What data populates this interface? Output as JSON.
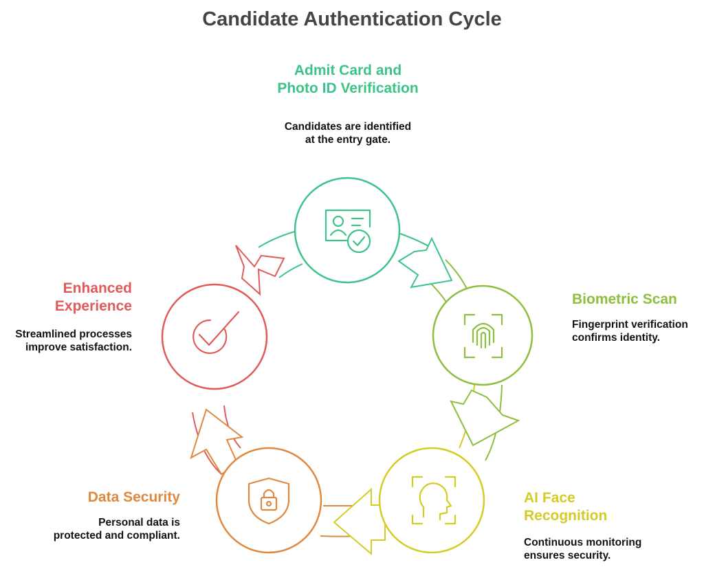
{
  "title": "Candidate Authentication Cycle",
  "colors": {
    "green": "#3dc38a",
    "lime": "#8dbf3f",
    "yellow": "#d4cc24",
    "orange": "#e0883e",
    "red": "#e05a5a"
  },
  "steps": [
    {
      "id": "admit-card",
      "heading_line1": "Admit Card and",
      "heading_line2": "Photo ID Verification",
      "desc_line1": "Candidates are identified",
      "desc_line2": "at the entry gate.",
      "icon": "id-card-check-icon",
      "color": "#3dc38a"
    },
    {
      "id": "biometric",
      "heading_line1": "Biometric Scan",
      "desc_line1": "Fingerprint verification",
      "desc_line2": "confirms identity.",
      "icon": "fingerprint-scan-icon",
      "color": "#8dbf3f"
    },
    {
      "id": "ai-face",
      "heading_line1": "AI Face",
      "heading_line2": "Recognition",
      "desc_line1": "Continuous monitoring",
      "desc_line2": "ensures security.",
      "icon": "face-scan-icon",
      "color": "#d4cc24"
    },
    {
      "id": "data-security",
      "heading_line1": "Data Security",
      "desc_line1": "Personal data is",
      "desc_line2": "protected and compliant.",
      "icon": "shield-lock-icon",
      "color": "#e0883e"
    },
    {
      "id": "enhanced",
      "heading_line1": "Enhanced",
      "heading_line2": "Experience",
      "desc_line1": "Streamlined processes",
      "desc_line2": "improve satisfaction.",
      "icon": "checkmark-icon",
      "color": "#e05a5a"
    }
  ]
}
